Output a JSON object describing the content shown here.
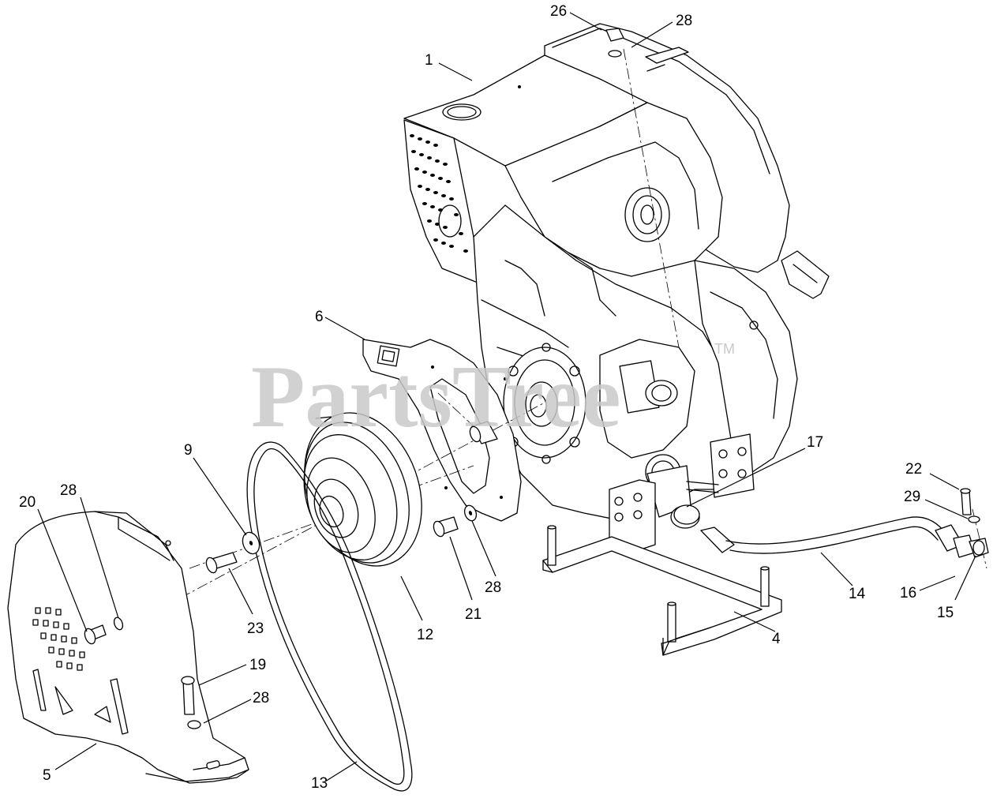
{
  "watermark": {
    "text": "PartsTree",
    "trademark": "TM"
  },
  "callouts": [
    {
      "id": "c26a",
      "label": "26"
    },
    {
      "id": "c28a",
      "label": "28"
    },
    {
      "id": "c1",
      "label": "1"
    },
    {
      "id": "c6",
      "label": "6"
    },
    {
      "id": "c9",
      "label": "9"
    },
    {
      "id": "c28b",
      "label": "28"
    },
    {
      "id": "c20",
      "label": "20"
    },
    {
      "id": "c17",
      "label": "17"
    },
    {
      "id": "c22",
      "label": "22"
    },
    {
      "id": "c29",
      "label": "29"
    },
    {
      "id": "c14",
      "label": "14"
    },
    {
      "id": "c16",
      "label": "16"
    },
    {
      "id": "c15",
      "label": "15"
    },
    {
      "id": "c28c",
      "label": "28"
    },
    {
      "id": "c21",
      "label": "21"
    },
    {
      "id": "c12",
      "label": "12"
    },
    {
      "id": "c23",
      "label": "23"
    },
    {
      "id": "c4",
      "label": "4"
    },
    {
      "id": "c19",
      "label": "19"
    },
    {
      "id": "c28d",
      "label": "28"
    },
    {
      "id": "c5",
      "label": "5"
    },
    {
      "id": "c13",
      "label": "13"
    }
  ]
}
